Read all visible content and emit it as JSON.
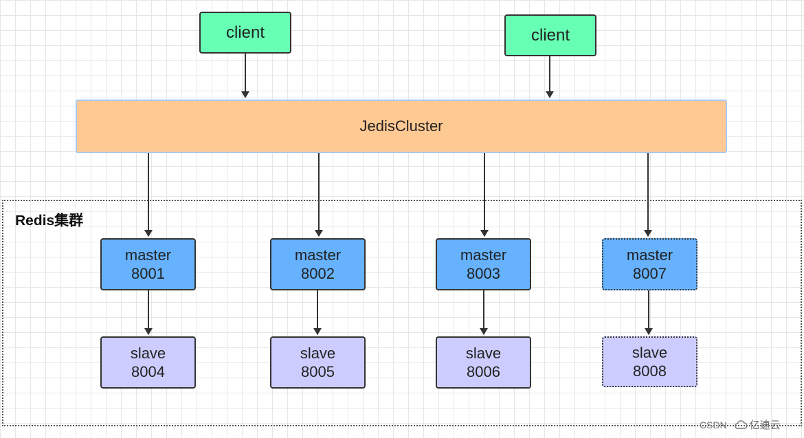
{
  "clients": [
    {
      "label": "client"
    },
    {
      "label": "client"
    }
  ],
  "jedis_cluster": {
    "label": "JedisCluster"
  },
  "cluster": {
    "label": "Redis集群"
  },
  "masters": [
    {
      "role": "master",
      "port": "8001"
    },
    {
      "role": "master",
      "port": "8002"
    },
    {
      "role": "master",
      "port": "8003"
    },
    {
      "role": "master",
      "port": "8007"
    }
  ],
  "slaves": [
    {
      "role": "slave",
      "port": "8004"
    },
    {
      "role": "slave",
      "port": "8005"
    },
    {
      "role": "slave",
      "port": "8006"
    },
    {
      "role": "slave",
      "port": "8008"
    }
  ],
  "watermark": {
    "csdn": "CSDN",
    "brand": "亿速云"
  }
}
